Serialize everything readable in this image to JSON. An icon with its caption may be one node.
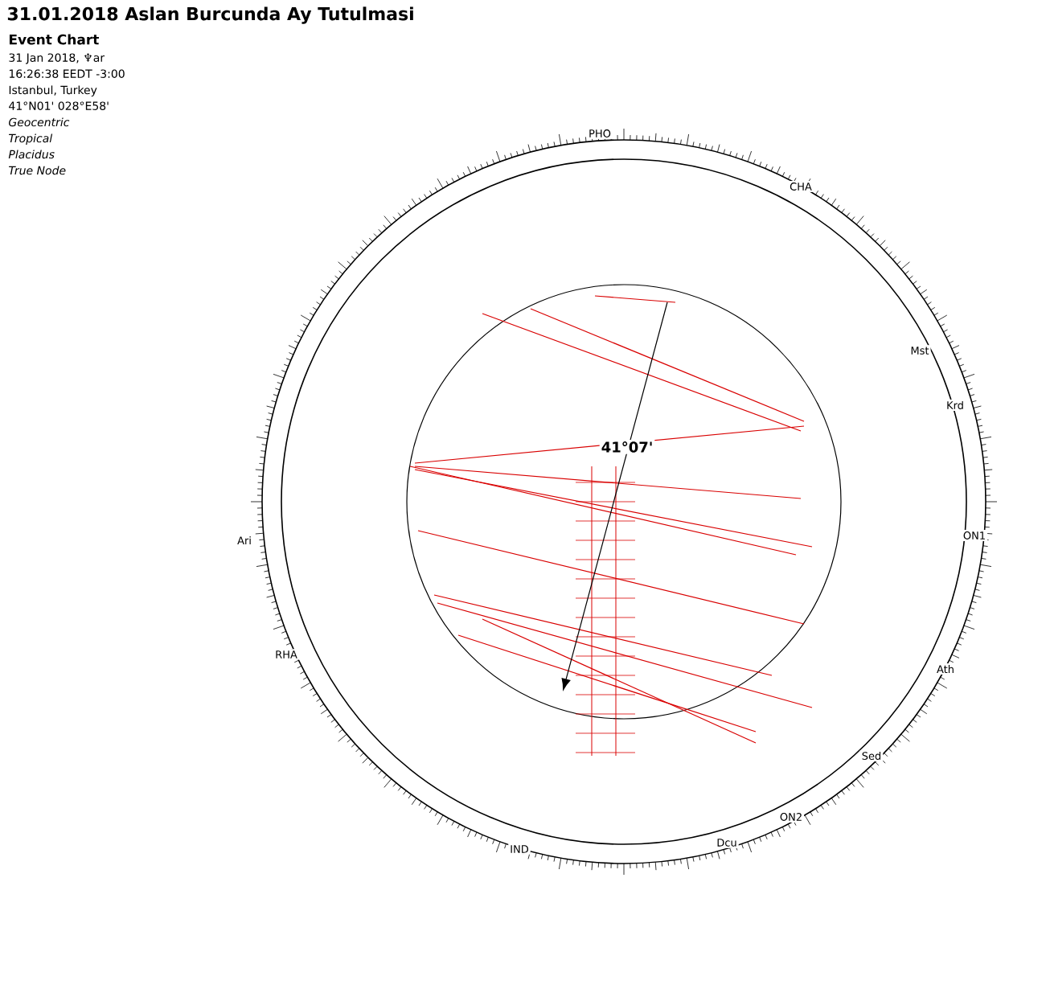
{
  "diagram": {
    "title": "31.01.2018 Aslan Burcunda Ay Tutulmasi",
    "labels": [
      "Event Chart",
      "31 Jan 2018, ♆ar",
      "16:26:38  EEDT -3:00",
      "Istanbul, Turkey",
      "41°N01' 028°E58'",
      "Geocentric",
      "Tropical",
      "Placidus",
      "True Node",
      "PHO",
      "CHA",
      "Mst",
      "Krd",
      "ON1",
      "Ath",
      "Sed",
      "ON2",
      "Dcu",
      "IND",
      "RHA",
      "Ari",
      "41°07'"
    ]
  }
}
